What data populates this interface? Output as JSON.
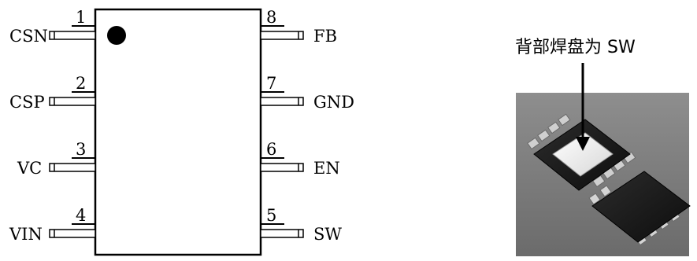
{
  "left_pins": [
    {
      "number": "1",
      "name": "CSN"
    },
    {
      "number": "2",
      "name": "CSP"
    },
    {
      "number": "3",
      "name": "VC"
    },
    {
      "number": "4",
      "name": "VIN"
    }
  ],
  "right_pins": [
    {
      "number": "8",
      "name": "FB"
    },
    {
      "number": "7",
      "name": "GND"
    },
    {
      "number": "6",
      "name": "EN"
    },
    {
      "number": "5",
      "name": "SW"
    }
  ],
  "photo": {
    "caption": "背部焊盘为 SW"
  }
}
